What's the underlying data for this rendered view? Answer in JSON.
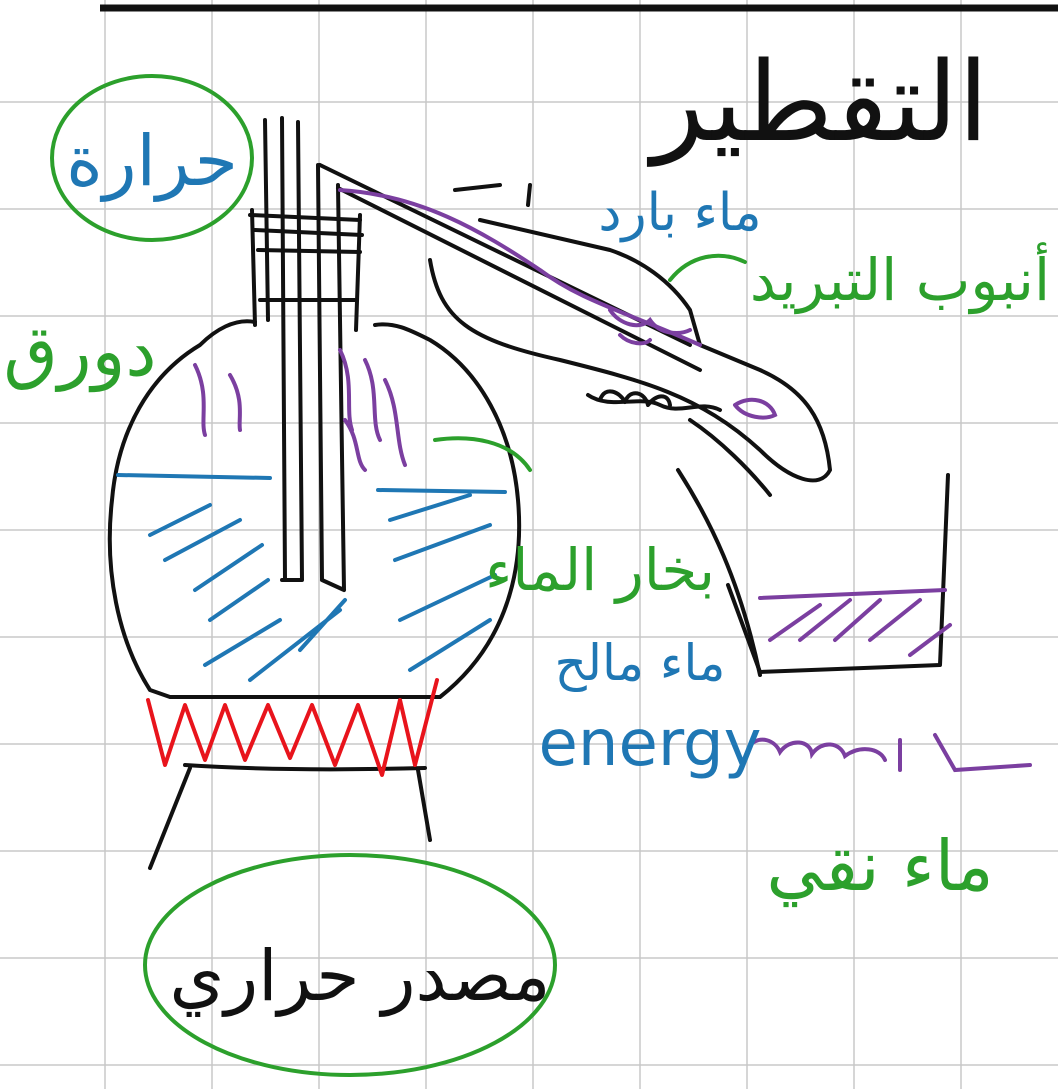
{
  "title": "التقطير",
  "labels": {
    "heat_circle": "حرارة",
    "flask_label": "دورق",
    "cold_water_top": "ماء بارد",
    "condenser_tube": "أنبوب التبريد",
    "water_vapor": "بخار الماء",
    "energy": "energy",
    "salty_water": "ماء مالح",
    "pure_water": "ماء نقي",
    "heat_source": "مصدر حراري"
  },
  "colors": {
    "ink_black": "#111111",
    "ink_green": "#2ca02c",
    "ink_blue": "#1f77b4",
    "ink_purple": "#7b3fa0",
    "ink_red": "#e8141c",
    "grid": "#c8c8c8"
  }
}
